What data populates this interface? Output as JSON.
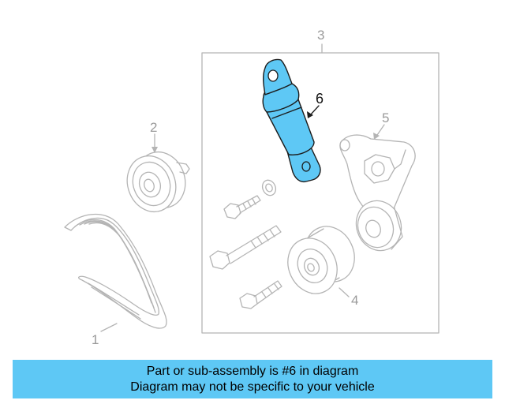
{
  "diagram": {
    "callouts": {
      "c1": "1",
      "c2": "2",
      "c3": "3",
      "c4": "4",
      "c5": "5",
      "c6": "6"
    },
    "highlight_color": "#5ec8f5"
  },
  "banner": {
    "line1": "Part or sub-assembly is #6 in diagram",
    "line2": "Diagram may not be specific to your vehicle",
    "color": "#5ec8f5"
  }
}
